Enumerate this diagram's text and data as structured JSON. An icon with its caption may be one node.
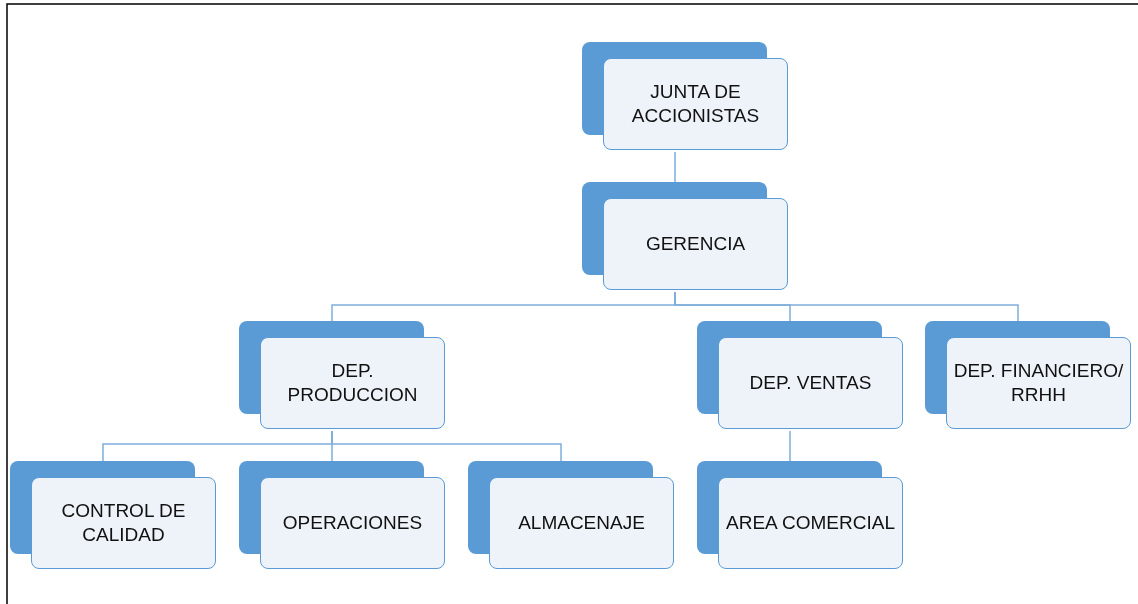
{
  "diagram": {
    "nodes": [
      {
        "text": [
          "JUNTA DE ACCIONISTAS"
        ]
      },
      {
        "text": [
          "GERENCIA"
        ]
      },
      {
        "text": [
          "DEP. PRODUCCION"
        ]
      },
      {
        "text": [
          "DEP. VENTAS"
        ]
      },
      {
        "text": [
          "DEP. FINANCIERO/ RRHH"
        ]
      },
      {
        "text": [
          "CONTROL DE CALIDAD"
        ]
      },
      {
        "text": [
          "OPERACIONES"
        ]
      },
      {
        "text": [
          "ALMACENAJE"
        ]
      },
      {
        "text": [
          "AREA COMERCIAL"
        ]
      }
    ],
    "edges": [
      {
        "from": 0,
        "to": 1,
        "arrow": "none"
      },
      {
        "from": 1,
        "to": 2,
        "arrow": "none"
      },
      {
        "from": 1,
        "to": 3,
        "arrow": "none"
      },
      {
        "from": 1,
        "to": 4,
        "arrow": "none"
      },
      {
        "from": 2,
        "to": 5,
        "arrow": "none"
      },
      {
        "from": 2,
        "to": 6,
        "arrow": "none"
      },
      {
        "from": 2,
        "to": 7,
        "arrow": "none"
      },
      {
        "from": 3,
        "to": 8,
        "arrow": "none"
      }
    ]
  }
}
